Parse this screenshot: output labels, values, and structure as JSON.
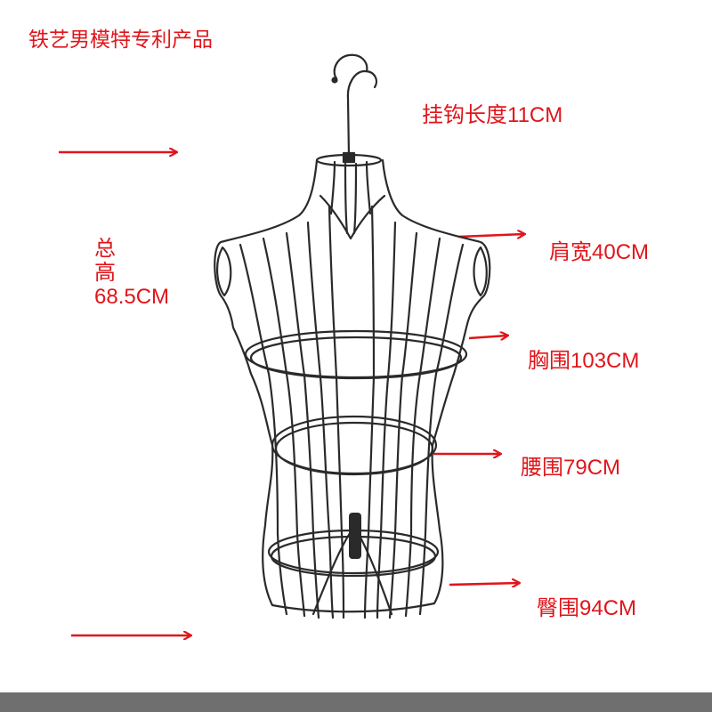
{
  "title": "铁艺男模特专利产品",
  "measurements": {
    "hook_length": "挂钩长度11CM",
    "shoulder_width": "肩宽40CM",
    "chest": "胸围103CM",
    "waist": "腰围79CM",
    "hip": "臀围94CM"
  },
  "total_height": {
    "line1": "总",
    "line2": "高",
    "value": "68.5CM"
  },
  "colors": {
    "annotation": "#e0151b",
    "wire": "#2a2a2a",
    "bottom_bar": "#6f6f6f"
  }
}
